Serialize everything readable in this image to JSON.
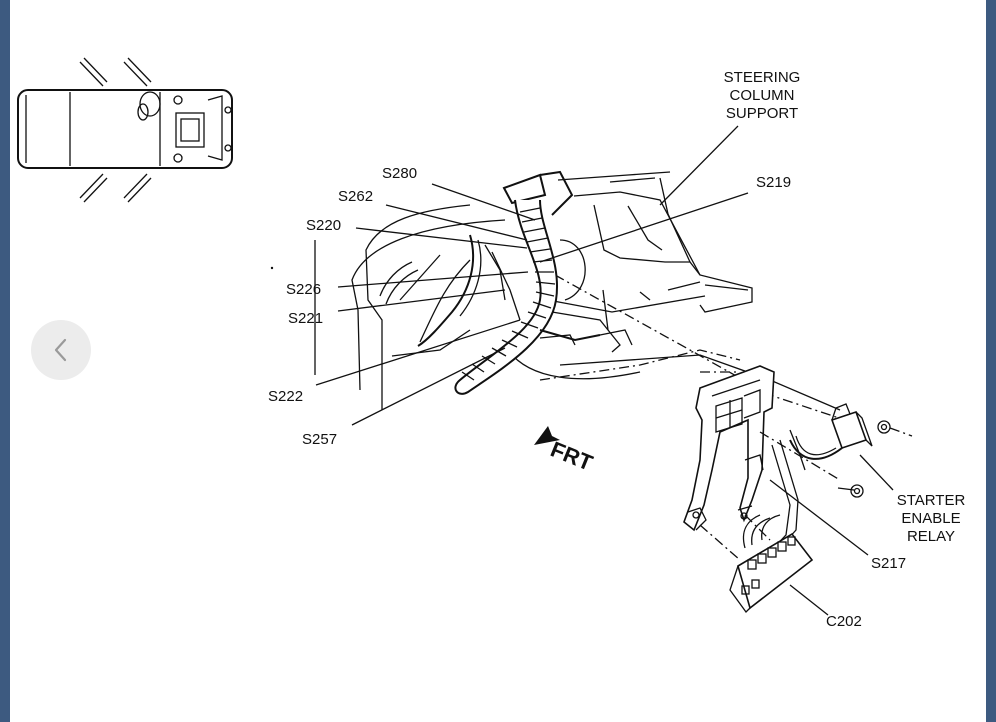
{
  "viewer": {
    "prev_icon": "chevron-left-icon"
  },
  "diagram": {
    "labels": {
      "steering_column_support": [
        "STEERING",
        "COLUMN",
        "SUPPORT"
      ],
      "s280": "S280",
      "s262": "S262",
      "s220": "S220",
      "s219": "S219",
      "s226": "S226",
      "s221": "S221",
      "s222": "S222",
      "s257": "S257",
      "frt": "FRT",
      "starter_enable_relay": [
        "STARTER",
        "ENABLE",
        "RELAY"
      ],
      "s217": "S217",
      "c202": "C202"
    }
  }
}
